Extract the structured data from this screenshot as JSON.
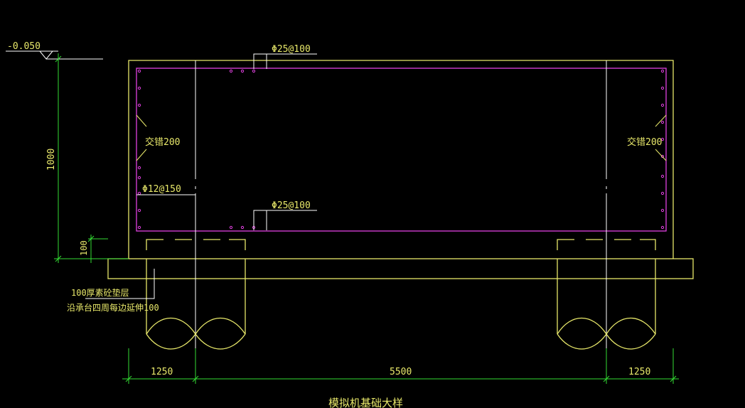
{
  "colors": {
    "background": "#000000",
    "outline": "#e8e86a",
    "rebar": "#e040e0",
    "dimension": "#33dd33",
    "text": "#e8e86a",
    "centerline": "#ffffff",
    "level_symbol": "#ffffff"
  },
  "drawing": {
    "title": "模拟机基础大样",
    "level_mark": "-0.050",
    "rebar_top": "Φ25@100",
    "rebar_bottom": "Φ25@100",
    "rebar_side": "Φ12@150",
    "lap_left": "交错200",
    "lap_right": "交错200",
    "cushion_note_line1": "100厚素砼垫层",
    "cushion_note_line2": "沿承台四周每边延伸100",
    "dim_height": "1000",
    "dim_cushion": "100",
    "dim_left": "1250",
    "dim_middle": "5500",
    "dim_right": "1250"
  }
}
